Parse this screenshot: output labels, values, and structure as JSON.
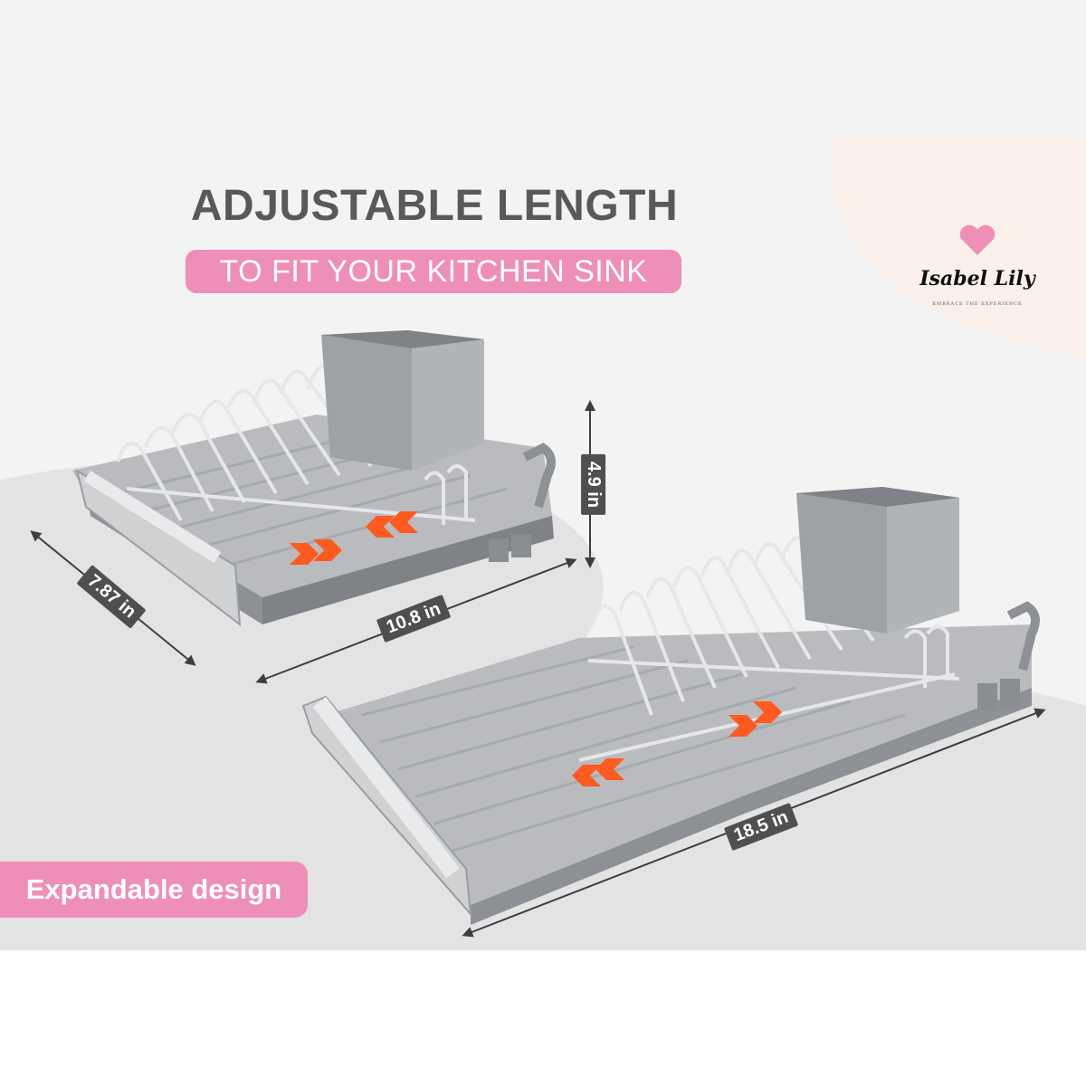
{
  "headline": "ADJUSTABLE LENGTH",
  "subheadline": "TO FIT YOUR KITCHEN SINK",
  "badge": "Expandable design",
  "brand": {
    "name": "Isabel Lily",
    "tagline": "EMBRACE THE EXPERIENCE"
  },
  "dimensions": {
    "height": "4.9 in",
    "depth": "7.87 in",
    "short_length": "10.8 in",
    "long_length": "18.5 in"
  },
  "colors": {
    "accent_pink": "#ee8fb8",
    "arrow_orange": "#ff5a1f",
    "label_dark": "#4e4f51",
    "rack_gray": "#9ea1a5"
  }
}
